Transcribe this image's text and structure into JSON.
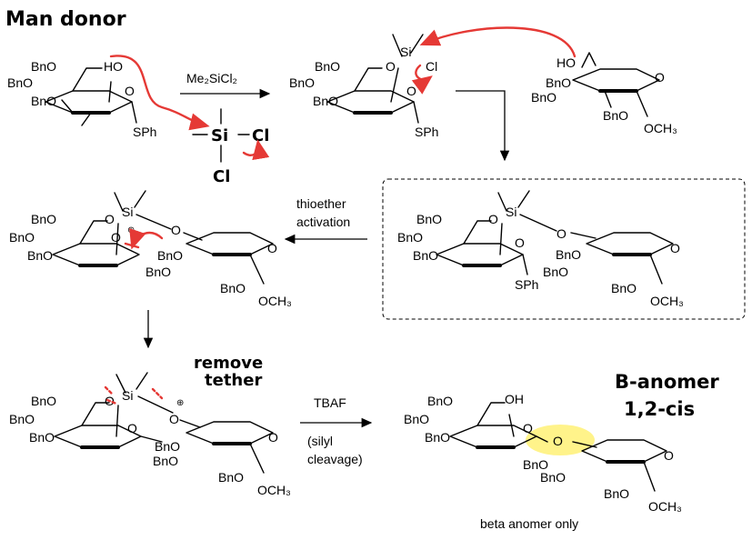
{
  "headings": {
    "man_donor": "Man donor",
    "remove_tether": "remove\ntether",
    "beta_anomer": "B-anomer",
    "cis": "1,2-cis"
  },
  "reagents": {
    "step1": "Me₂SiCl₂",
    "step2": "thioether\nactivation",
    "step3_reagent": "TBAF",
    "step3_note": "(silyl\ncleavage)"
  },
  "caption": "beta anomer only",
  "atoms": {
    "bno": "BnO",
    "ho": "HO",
    "oh": "OH",
    "sph": "SPh",
    "si": "Si",
    "cl": "Cl",
    "o": "O",
    "och3": "OCH₃",
    "plus": "⊕"
  },
  "colors": {
    "arrow_red": "#e53935",
    "highlight": "#fff176"
  }
}
